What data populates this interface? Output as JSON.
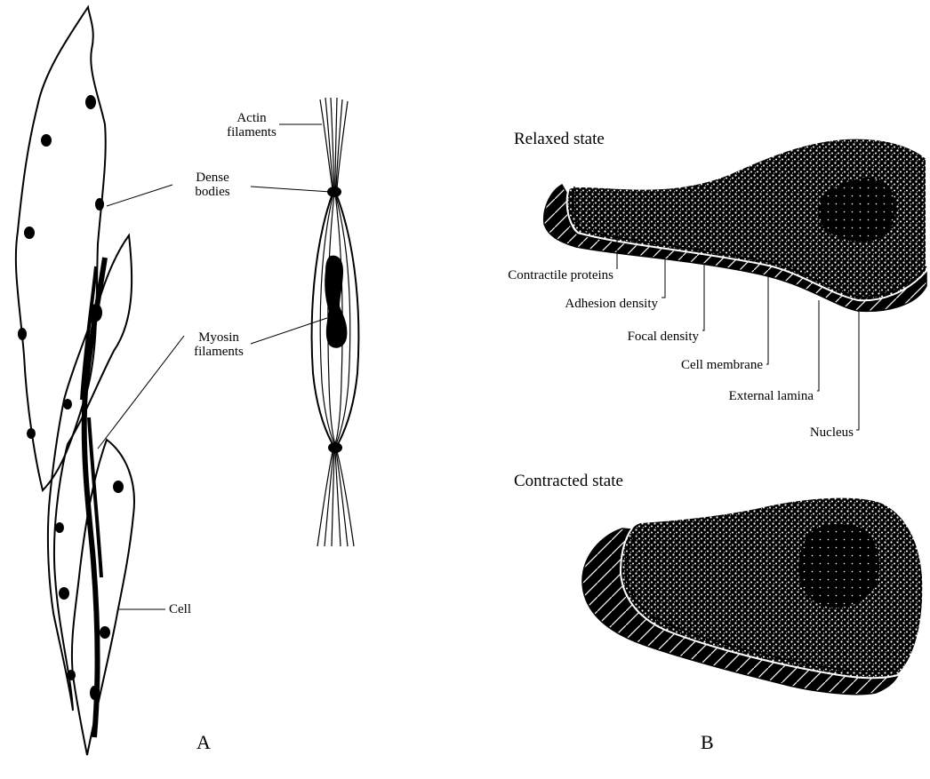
{
  "panel_a": {
    "letter": "A",
    "labels": {
      "actin_1": "Actin",
      "actin_2": "filaments",
      "dense_1": "Dense",
      "dense_2": "bodies",
      "myosin_1": "Myosin",
      "myosin_2": "filaments",
      "cell": "Cell"
    }
  },
  "panel_b": {
    "letter": "B",
    "relaxed_title": "Relaxed state",
    "contracted_title": "Contracted state",
    "labels": {
      "contractile": "Contractile proteins",
      "adhesion": "Adhesion density",
      "focal": "Focal density",
      "membrane": "Cell membrane",
      "lamina": "External lamina",
      "nucleus": "Nucleus"
    }
  },
  "colors": {
    "ink": "#000000",
    "paper": "#ffffff"
  }
}
